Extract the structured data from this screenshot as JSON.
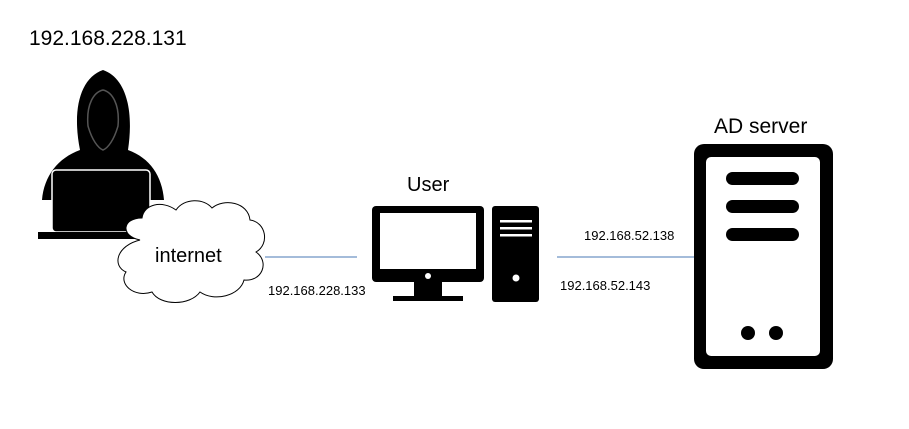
{
  "attacker": {
    "ip": "192.168.228.131"
  },
  "cloud": {
    "label": "internet"
  },
  "user": {
    "label": "User"
  },
  "server": {
    "label": "AD server"
  },
  "links": {
    "user_external_ip": "192.168.228.133",
    "server_ip": "192.168.52.138",
    "user_internal_ip": "192.168.52.143"
  },
  "colors": {
    "line": "#4a7ab5",
    "icon": "#000000",
    "background": "#ffffff"
  }
}
